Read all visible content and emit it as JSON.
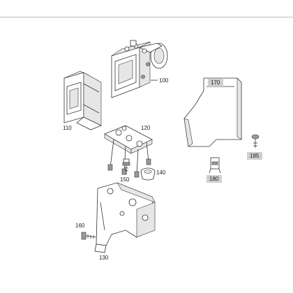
{
  "callouts": [
    {
      "id": "100",
      "text": "100",
      "highlight": false
    },
    {
      "id": "110",
      "text": "110",
      "highlight": false
    },
    {
      "id": "120",
      "text": "120",
      "highlight": false
    },
    {
      "id": "130",
      "text": "130",
      "highlight": false
    },
    {
      "id": "140",
      "text": "140",
      "highlight": false
    },
    {
      "id": "150",
      "text": "150",
      "highlight": false
    },
    {
      "id": "160",
      "text": "160",
      "highlight": false
    },
    {
      "id": "170",
      "text": "170",
      "highlight": true
    },
    {
      "id": "180",
      "text": "180",
      "highlight": true
    },
    {
      "id": "185",
      "text": "185",
      "highlight": true
    }
  ],
  "colors": {
    "line": "#333333",
    "label_highlight": "#cfcfcf",
    "rule": "#bdbdbd"
  }
}
